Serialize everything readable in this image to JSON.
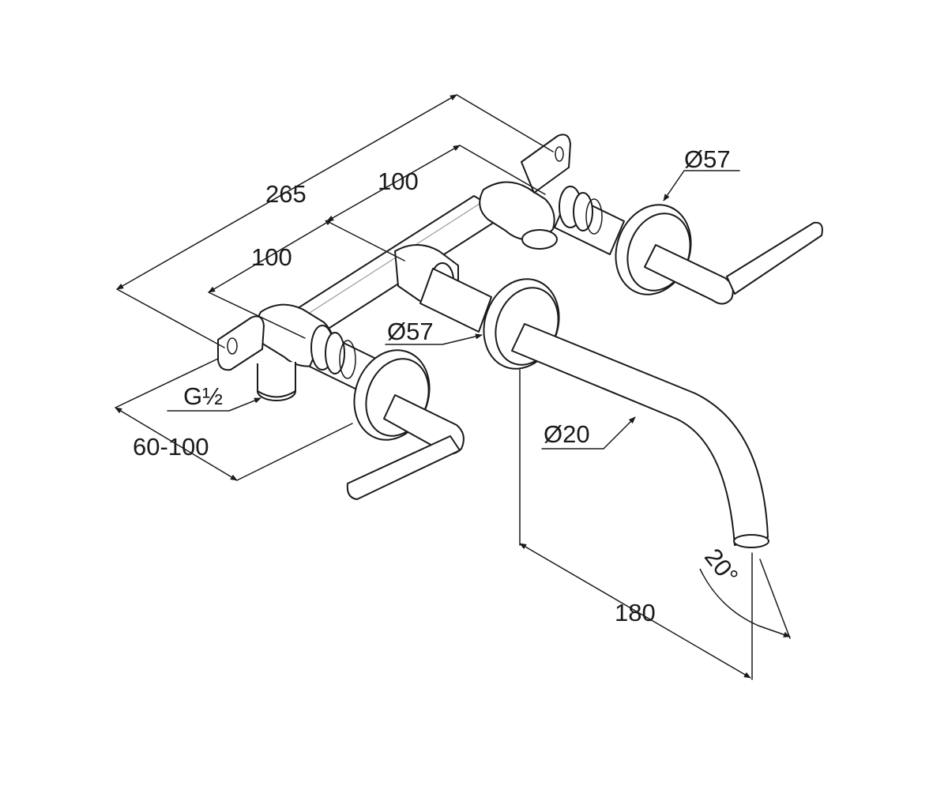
{
  "dimensions": {
    "overall_width": "265",
    "spacing_upper": "100",
    "spacing_lower": "100",
    "rosette_right_diameter": "Ø57",
    "rosette_center_diameter": "Ø57",
    "thread_size": "G½",
    "wall_depth_range": "60-100",
    "spout_diameter": "Ø20",
    "spout_projection": "180",
    "spout_angle": "20°"
  }
}
